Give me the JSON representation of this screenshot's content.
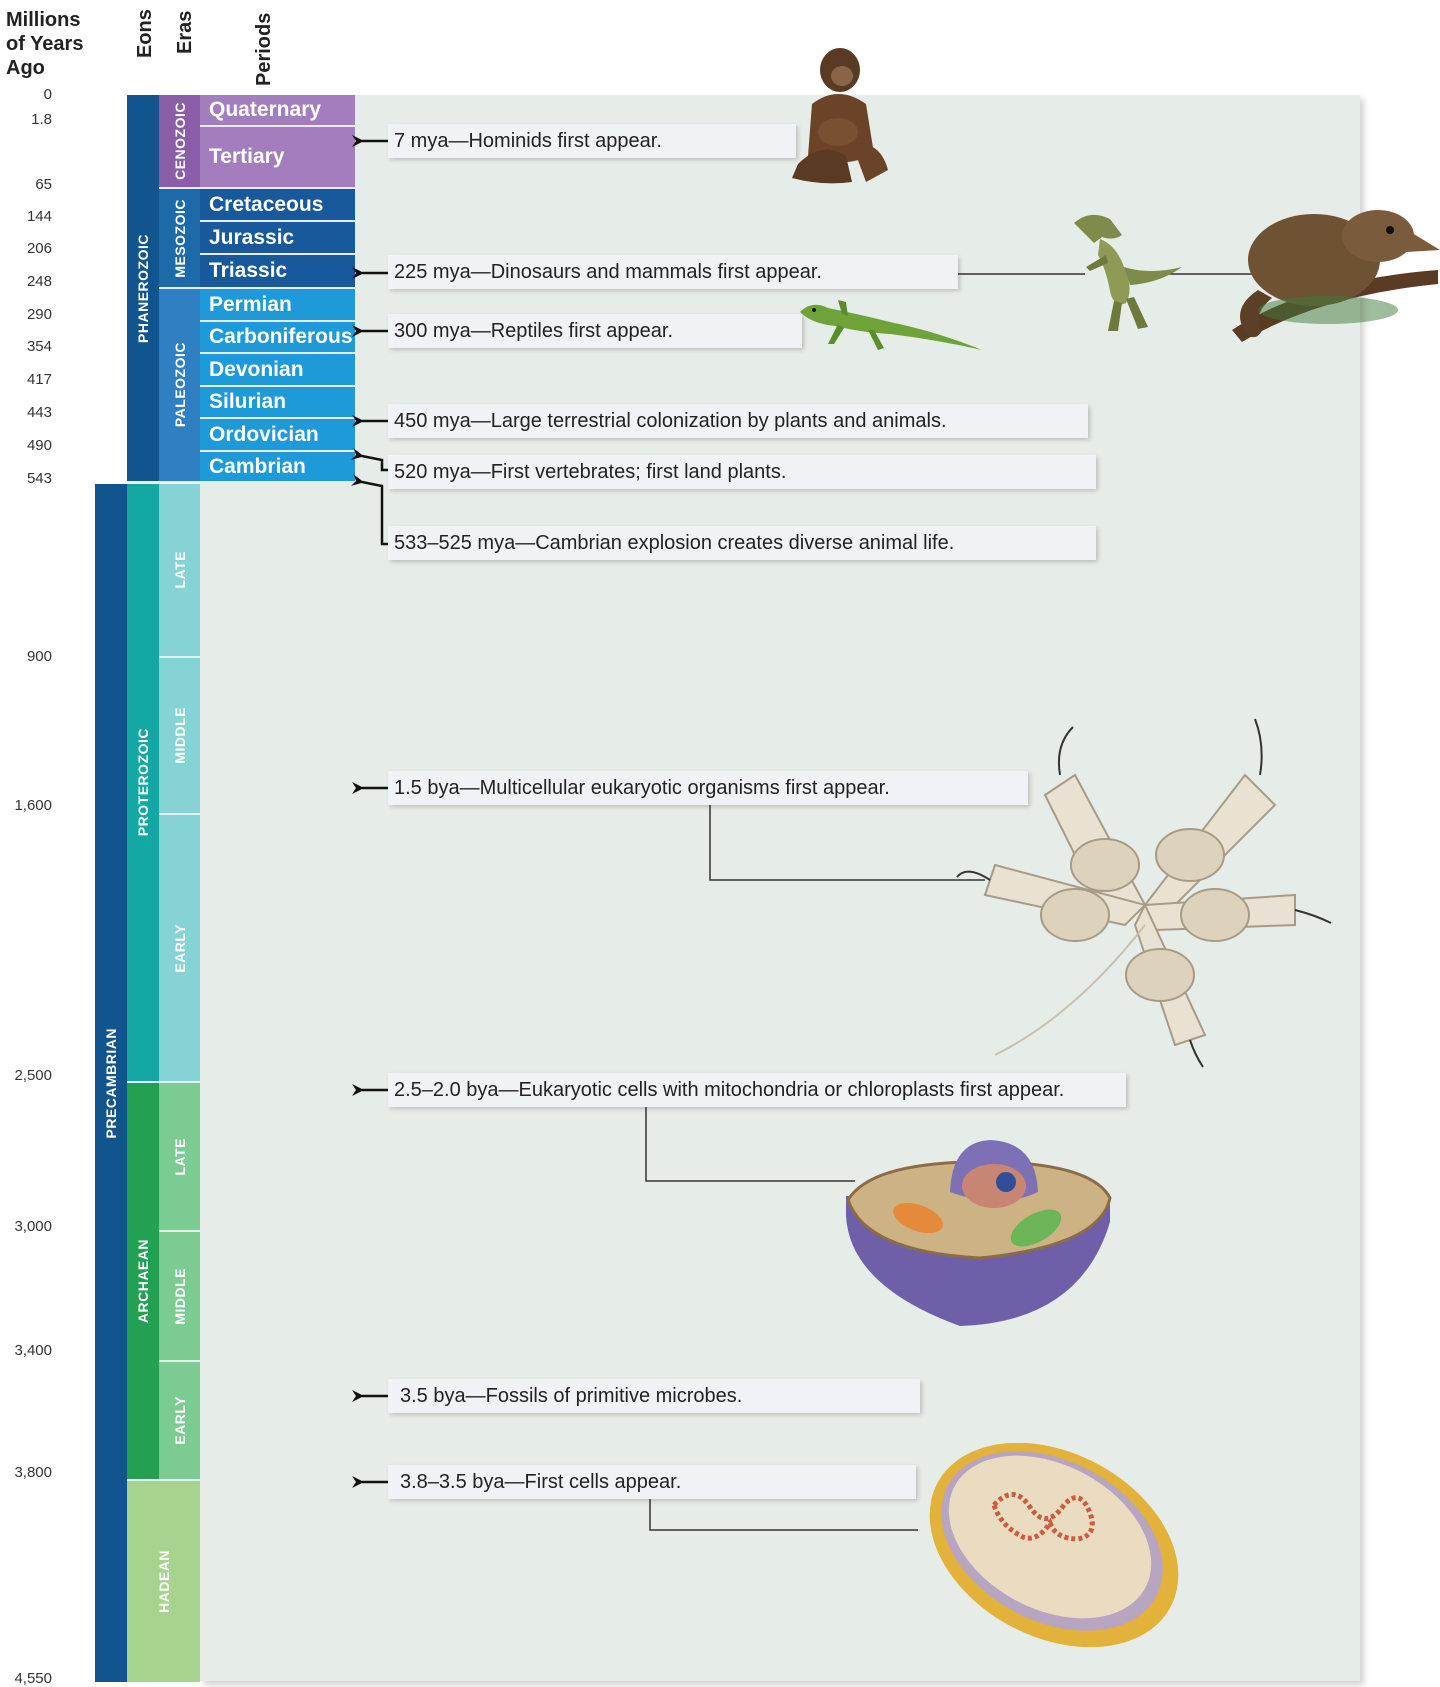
{
  "headers": {
    "years": "Millions of Years Ago",
    "eons": "Eons",
    "eras": "Eras",
    "periods": "Periods"
  },
  "ticks": [
    "0",
    "1.8",
    "65",
    "144",
    "206",
    "248",
    "290",
    "354",
    "417",
    "443",
    "490",
    "543",
    "900",
    "1,600",
    "2,500",
    "3,000",
    "3,400",
    "3,800",
    "4,550"
  ],
  "eons": {
    "phanerozoic": "PHANEROZOIC",
    "precambrian": "PRECAMBRIAN",
    "proterozoic": "PROTEROZOIC",
    "archaean": "ARCHAEAN",
    "hadean": "HADEAN"
  },
  "eras": {
    "cenozoic": "CENOZOIC",
    "mesozoic": "MESOZOIC",
    "paleozoic": "PALEOZOIC",
    "proterozoic_late": "LATE",
    "proterozoic_middle": "MIDDLE",
    "proterozoic_early": "EARLY",
    "archaean_late": "LATE",
    "archaean_middle": "MIDDLE",
    "archaean_early": "EARLY"
  },
  "periods": [
    "Quaternary",
    "Tertiary",
    "Cretaceous",
    "Jurassic",
    "Triassic",
    "Permian",
    "Carboniferous",
    "Devonian",
    "Silurian",
    "Ordovician",
    "Cambrian"
  ],
  "events": [
    "7 mya—Hominids first appear.",
    "225 mya—Dinosaurs and mammals first appear.",
    "300 mya—Reptiles first appear.",
    "450 mya—Large terrestrial colonization by plants and animals.",
    "520 mya—First vertebrates; first land plants.",
    "533–525 mya—Cambrian explosion creates diverse animal life.",
    "1.5 bya—Multicellular eukaryotic organisms first appear.",
    "2.5–2.0 bya—Eukaryotic cells with mitochondria or chloroplasts first appear.",
    "3.5 bya—Fossils of primitive microbes.",
    "3.8–3.5 bya—First cells appear."
  ],
  "illustrations": [
    "hominid-icon",
    "dinosaur-icon",
    "early-mammal-icon",
    "lizard-icon",
    "colonial-eukaryote-icon",
    "eukaryotic-cell-icon",
    "prokaryotic-cell-icon"
  ],
  "colors": {
    "phanerozoic": "#12548e",
    "precambrian": "#12548e",
    "cenozoic": "#8a5da8",
    "cenozoic_period": "#a47dbf",
    "mesozoic": "#1e6aa8",
    "mesozoic_period": "#17599a",
    "paleozoic": "#2f7fc3",
    "paleozoic_period": "#1f9ad8",
    "proterozoic": "#14a8a4",
    "proterozoic_era": "#86d3d6",
    "archaean": "#22a152",
    "archaean_era": "#7ccb93",
    "hadean": "#a6d38d",
    "panel": "#e6ece8"
  }
}
